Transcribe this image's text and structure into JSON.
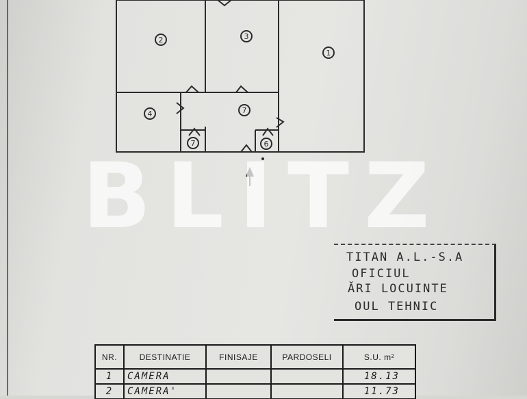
{
  "plan": {
    "rooms": [
      {
        "number": "1"
      },
      {
        "number": "2"
      },
      {
        "number": "3"
      },
      {
        "number": "4"
      },
      {
        "number": "7"
      },
      {
        "number": "7"
      },
      {
        "number": "6"
      }
    ]
  },
  "watermark": "BLITZ",
  "stamp": {
    "line1": "TITAN A.L.-S.A",
    "line2": "OFICIUL",
    "line3": "ĂRI LOCUINTE",
    "line4": "OUL TEHNIC"
  },
  "table": {
    "headers": [
      "NR.",
      "DESTINATIE",
      "FINISAJE",
      "PARDOSELI",
      "S.U. m²"
    ],
    "rows": [
      {
        "nr": "1",
        "destinatie": "CAMERA",
        "finisaje": "",
        "pardoseli": "",
        "su": "18.13"
      },
      {
        "nr": "2",
        "destinatie": "CAMERA'",
        "finisaje": "",
        "pardoseli": "",
        "su": "11.73"
      }
    ]
  }
}
